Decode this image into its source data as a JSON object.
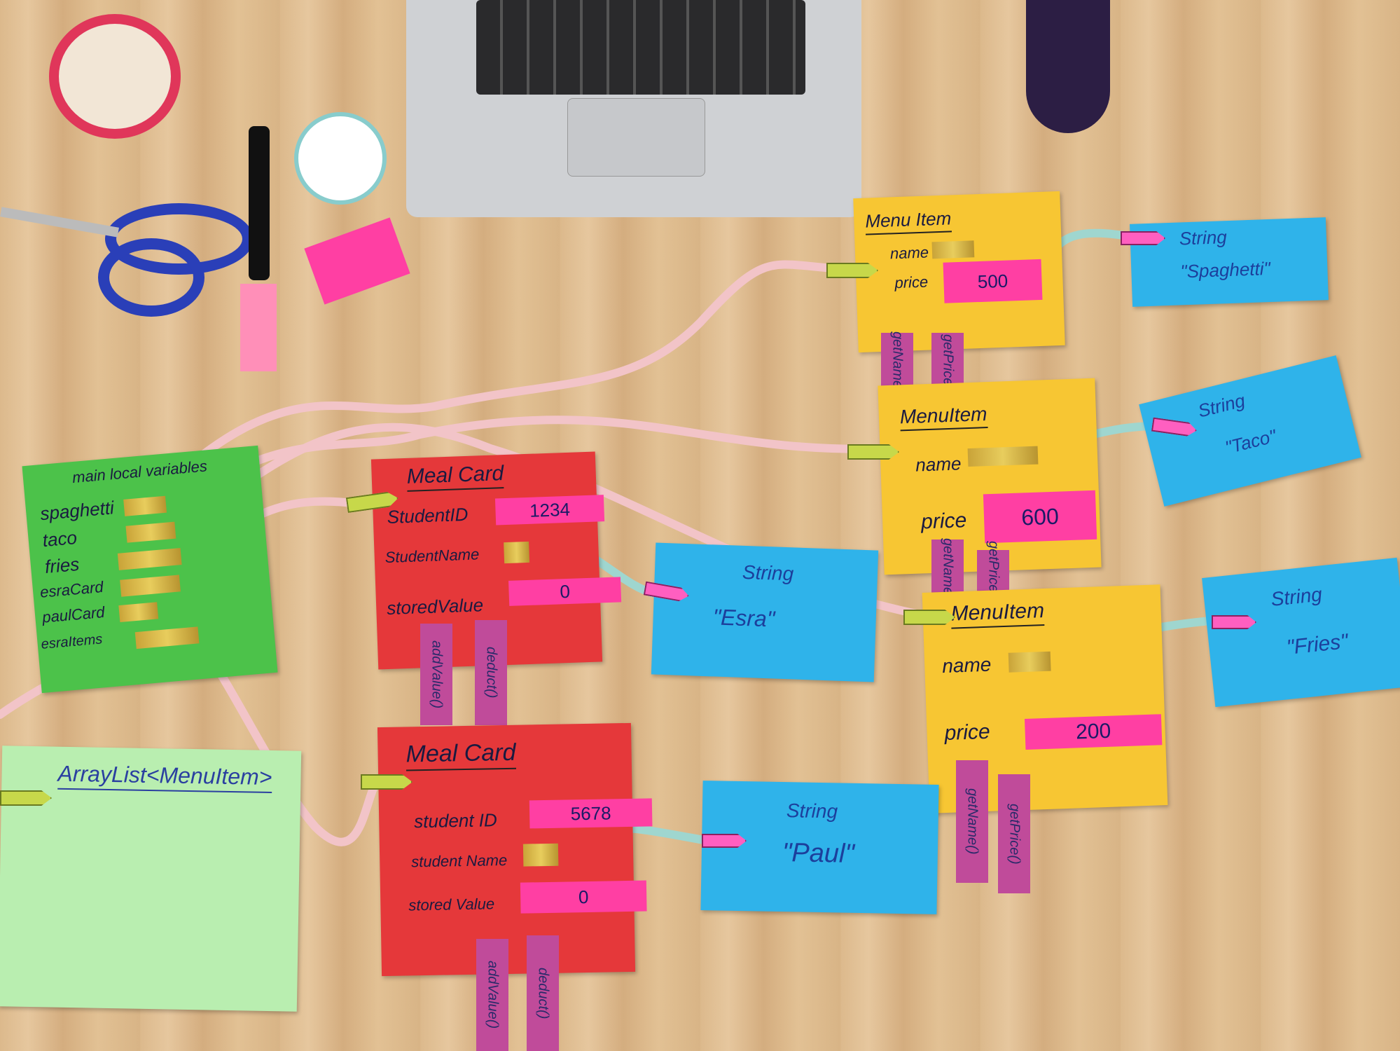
{
  "main_vars": {
    "title": "main local variables",
    "vars": [
      "spaghetti",
      "taco",
      "fries",
      "esraCard",
      "paulCard",
      "esraItems"
    ]
  },
  "meal_cards": [
    {
      "title": "Meal Card",
      "id_label": "StudentID",
      "id_value": "1234",
      "name_label": "StudentName",
      "stored_label": "storedValue",
      "stored_value": "0",
      "methods": [
        "addValue()",
        "deduct()"
      ]
    },
    {
      "title": "Meal Card",
      "id_label": "student ID",
      "id_value": "5678",
      "name_label": "student Name",
      "stored_label": "stored Value",
      "stored_value": "0",
      "methods": [
        "addValue()",
        "deduct()"
      ]
    }
  ],
  "menu_items": [
    {
      "title": "Menu Item",
      "name_label": "name",
      "price_label": "price",
      "price_value": "500",
      "methods": [
        "getName()",
        "getPrice()"
      ]
    },
    {
      "title": "MenuItem",
      "name_label": "name",
      "price_label": "price",
      "price_value": "600",
      "methods": [
        "getName()",
        "getPrice()"
      ]
    },
    {
      "title": "MenuItem",
      "name_label": "name",
      "price_label": "price",
      "price_value": "200",
      "methods": [
        "getName()",
        "getPrice()"
      ]
    }
  ],
  "strings": [
    {
      "type": "String",
      "value": "\"Spaghetti\""
    },
    {
      "type": "String",
      "value": "\"Taco\""
    },
    {
      "type": "String",
      "value": "\"Esra\""
    },
    {
      "type": "String",
      "value": "\"Paul\""
    },
    {
      "type": "String",
      "value": "\"Fries\""
    }
  ],
  "arraylist": {
    "title": "ArrayList<MenuItem>"
  }
}
